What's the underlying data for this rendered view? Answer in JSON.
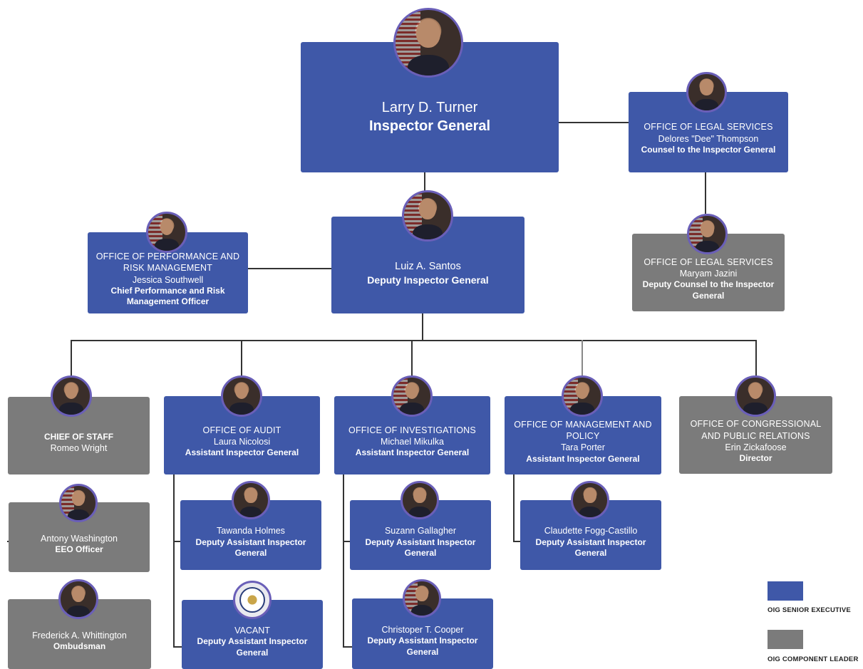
{
  "inspector_general": {
    "name": "Larry D. Turner",
    "title": "Inspector General"
  },
  "legal_services": {
    "office": "OFFICE OF LEGAL SERVICES",
    "name": "Delores \"Dee\" Thompson",
    "title": "Counsel to the Inspector General"
  },
  "legal_services_deputy": {
    "office": "OFFICE OF LEGAL SERVICES",
    "name": "Maryam Jazini",
    "title": "Deputy Counsel to the Inspector General"
  },
  "deputy_ig": {
    "name": "Luiz A. Santos",
    "title": "Deputy Inspector General"
  },
  "performance_risk": {
    "office": "OFFICE OF PERFORMANCE AND RISK MANAGEMENT",
    "name": "Jessica Southwell",
    "title": "Chief Performance and Risk Management Officer"
  },
  "chief_of_staff": {
    "office": "CHIEF OF STAFF",
    "name": "Romeo Wright"
  },
  "eeo": {
    "name": "Antony Washington",
    "title": "EEO Officer"
  },
  "ombudsman": {
    "name": "Frederick A. Whittington",
    "title": "Ombudsman"
  },
  "audit": {
    "office": "OFFICE OF AUDIT",
    "name": "Laura Nicolosi",
    "title": "Assistant Inspector General"
  },
  "audit_deputy_1": {
    "name": "Tawanda Holmes",
    "title": "Deputy Assistant Inspector General"
  },
  "audit_deputy_2": {
    "name": "VACANT",
    "title": "Deputy Assistant Inspector General"
  },
  "investigations": {
    "office": "OFFICE OF INVESTIGATIONS",
    "name": "Michael Mikulka",
    "title": "Assistant Inspector General"
  },
  "investigations_deputy_1": {
    "name": "Suzann Gallagher",
    "title": "Deputy Assistant Inspector General"
  },
  "investigations_deputy_2": {
    "name": "Christoper T.  Cooper",
    "title": "Deputy Assistant Inspector General"
  },
  "management_policy": {
    "office": "OFFICE OF MANAGEMENT AND POLICY",
    "name": "Tara Porter",
    "title": "Assistant Inspector General"
  },
  "management_deputy": {
    "name": "Claudette Fogg-Castillo",
    "title": "Deputy Assistant Inspector General"
  },
  "congressional": {
    "office": "OFFICE OF CONGRESSIONAL AND PUBLIC RELATIONS",
    "name": "Erin Zickafoose",
    "title": "Director"
  },
  "legend": {
    "senior_executive": {
      "label": "OIG SENIOR EXECUTIVE",
      "color": "#3f58a8"
    },
    "component_leader": {
      "label": "OIG COMPONENT LEADER",
      "color": "#7b7b7b"
    }
  },
  "colors": {
    "senior_executive": "#3f58a8",
    "component_leader": "#7b7b7b",
    "avatar_ring": "#6a5fb8",
    "connector": "#333333"
  }
}
